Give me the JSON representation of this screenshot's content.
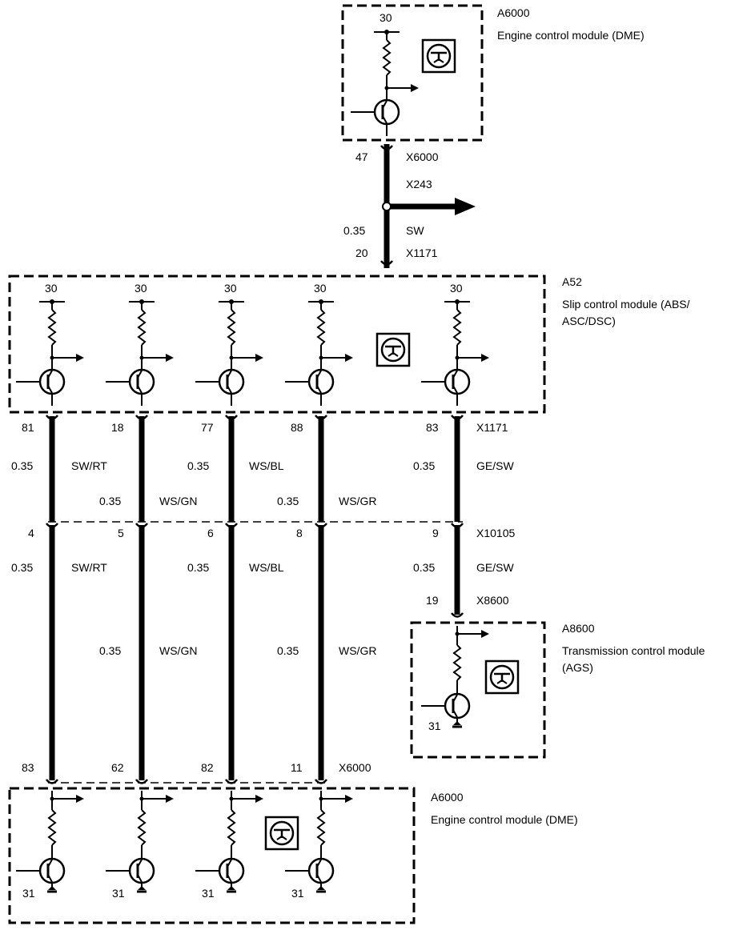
{
  "modules": {
    "dme_top": {
      "id": "A6000",
      "name": "Engine control module (DME)"
    },
    "abs": {
      "id": "A52",
      "name_line1": "Slip control module (ABS/",
      "name_line2": "ASC/DSC)"
    },
    "ags": {
      "id": "A8600",
      "name_line1": "Transmission control module",
      "name_line2": "(AGS)"
    },
    "dme_bottom": {
      "id": "A6000",
      "name": "Engine control module (DME)"
    }
  },
  "supply_label": "30",
  "ground_label": "31",
  "top_wire": {
    "pin_dme": "47",
    "connector_dme": "X6000",
    "splice": "X243",
    "size": "0.35",
    "color": "SW",
    "pin_abs": "20",
    "connector_abs": "X1171"
  },
  "connectors": {
    "abs_out": "X1171",
    "inline": "X10105",
    "ags": "X8600",
    "dme_in": "X6000"
  },
  "wires": [
    {
      "pin_abs": "81",
      "size_a": "0.35",
      "color_a": "SW/RT",
      "pin_inline": "4",
      "size_b": "0.35",
      "color_b": "SW/RT",
      "pin_dme": "83"
    },
    {
      "pin_abs": "18",
      "size_a": "0.35",
      "color_a": "WS/GN",
      "pin_inline": "5",
      "size_b": "0.35",
      "color_b": "WS/GN",
      "pin_dme": "62"
    },
    {
      "pin_abs": "77",
      "size_a": "0.35",
      "color_a": "WS/BL",
      "pin_inline": "6",
      "size_b": "0.35",
      "color_b": "WS/BL",
      "pin_dme": "82"
    },
    {
      "pin_abs": "88",
      "size_a": "0.35",
      "color_a": "WS/GR",
      "pin_inline": "8",
      "size_b": "0.35",
      "color_b": "WS/GR",
      "pin_dme": "11"
    },
    {
      "pin_abs": "83",
      "size_a": "0.35",
      "color_a": "GE/SW",
      "pin_inline": "9",
      "size_b": "0.35",
      "color_b": "GE/SW",
      "pin_ags": "19"
    }
  ]
}
